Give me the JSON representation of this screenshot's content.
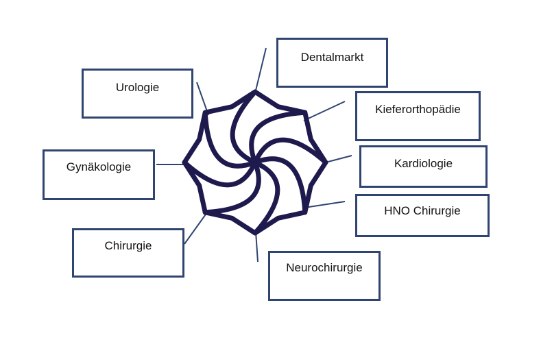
{
  "diagram": {
    "colors": {
      "symbol_stroke": "#1e1a4d",
      "connector": "#2f4470",
      "box_border": "#2f4470"
    },
    "center_icon": "spiral-flower-symbol",
    "nodes": [
      {
        "id": "dentalmarkt",
        "label": "Dentalmarkt"
      },
      {
        "id": "urologie",
        "label": "Urologie"
      },
      {
        "id": "kieferorthopaedie",
        "label": "Kieferorthopädie"
      },
      {
        "id": "gynaekologie",
        "label": "Gynäkologie"
      },
      {
        "id": "kardiologie",
        "label": "Kardiologie"
      },
      {
        "id": "hno-chirurgie",
        "label": "HNO Chirurgie"
      },
      {
        "id": "chirurgie",
        "label": "Chirurgie"
      },
      {
        "id": "neurochirurgie",
        "label": "Neurochirurgie"
      }
    ]
  }
}
